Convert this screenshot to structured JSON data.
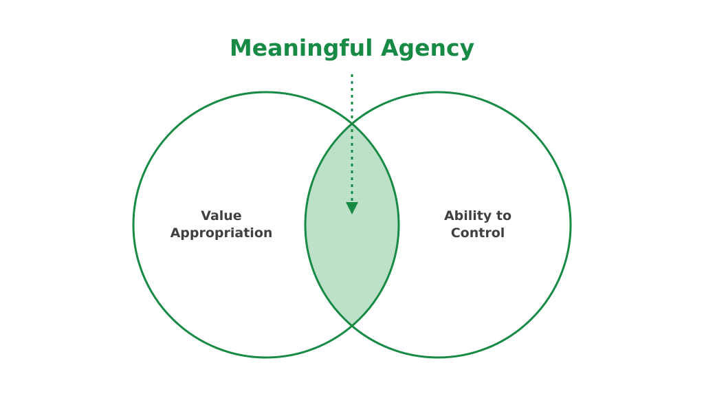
{
  "title": "Meaningful Agency",
  "left_circle": {
    "line1": "Value",
    "line2": "Appropriation"
  },
  "right_circle": {
    "line1": "Ability to",
    "line2": "Control"
  },
  "colors": {
    "stroke": "#178a45",
    "overlap_fill": "#bde0c9",
    "label_text": "#404040"
  },
  "icons": {
    "pointer": "dotted-arrow-down-icon"
  }
}
